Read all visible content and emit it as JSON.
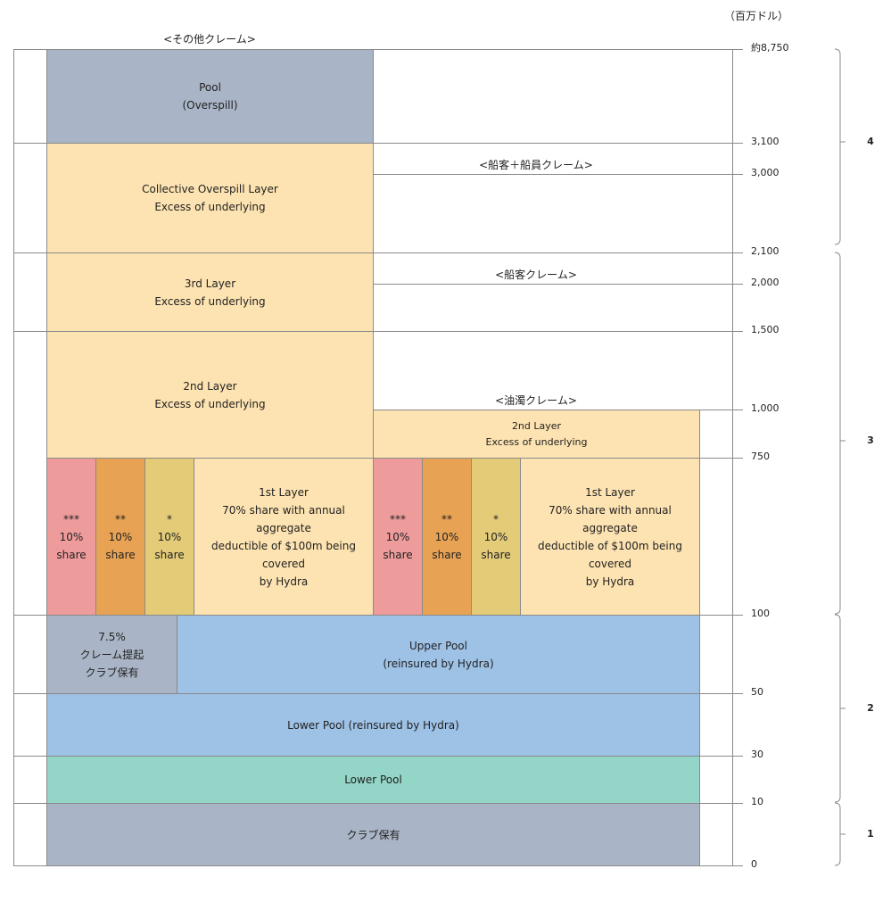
{
  "unit": "（百万ドル）",
  "sections": {
    "other": "<その他クレーム>",
    "passenger_crew": "<船客＋船員クレーム>",
    "passenger": "<船客クレーム>",
    "oil": "<油濁クレーム>"
  },
  "axis_values": [
    "約8,750",
    "3,100",
    "3,000",
    "2,100",
    "2,000",
    "1,500",
    "1,000",
    "750",
    "100",
    "50",
    "30",
    "10",
    "0"
  ],
  "tiers": [
    "4",
    "3",
    "2",
    "1"
  ],
  "blocks": {
    "pool": [
      "Pool",
      "(Overspill)"
    ],
    "collective": [
      "Collective Overspill Layer",
      "Excess of underlying"
    ],
    "third": [
      "3rd Layer",
      "Excess of underlying"
    ],
    "second": [
      "2nd Layer",
      "Excess of underlying"
    ],
    "oil_second": [
      "2nd Layer",
      "Excess of underlying"
    ],
    "shares": [
      {
        "mark": "***",
        "pct": "10%",
        "word": "share"
      },
      {
        "mark": "**",
        "pct": "10%",
        "word": "share"
      },
      {
        "mark": "*",
        "pct": "10%",
        "word": "share"
      }
    ],
    "first": [
      "1st Layer",
      "70% share with annual aggregate",
      "deductible of $100m being covered",
      "by Hydra"
    ],
    "club_claim": [
      "7.5%",
      "クレーム提起",
      "クラブ保有"
    ],
    "upper_pool": [
      "Upper Pool",
      "(reinsured by Hydra)"
    ],
    "lower_pool_re": [
      "Lower Pool (reinsured by Hydra)"
    ],
    "lower_pool": [
      "Lower Pool"
    ],
    "club": [
      "クラブ保有"
    ]
  },
  "colors": {
    "pool_gray": "#a9b4c6",
    "layer_beige": "#fde3b1",
    "share_pink": "#ee9b9c",
    "share_orange": "#e8a254",
    "share_yellow": "#e3cb78",
    "pool_blue": "#9ec1e6",
    "lower_teal": "#93d5c7",
    "club_gray": "#a9b4c6"
  }
}
